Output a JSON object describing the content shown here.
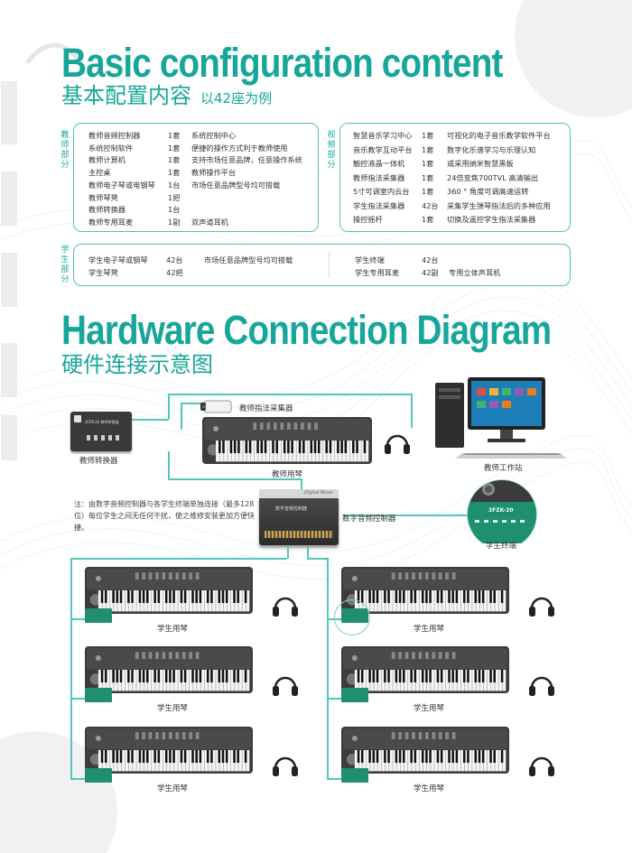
{
  "config": {
    "title_en": "Basic configuration content",
    "title_cn": "基本配置内容",
    "subtitle_cn": "以42座为例",
    "teacher_section": {
      "label": "教师部分",
      "items": [
        {
          "name": "教师音频控制器",
          "qty": "1套",
          "desc": "系统控制中心"
        },
        {
          "name": "系统控制软件",
          "qty": "1套",
          "desc": "便捷的操作方式利于教师使用"
        },
        {
          "name": "教师计算机",
          "qty": "1套",
          "desc": "支持市场任意品牌，任意操作系统"
        },
        {
          "name": "主控桌",
          "qty": "1套",
          "desc": "教师操作平台"
        },
        {
          "name": "教师电子琴或电钢琴",
          "qty": "1台",
          "desc": "市场任意品牌型号均可搭载"
        },
        {
          "name": "教师琴凳",
          "qty": "1把",
          "desc": ""
        },
        {
          "name": "教师转换器",
          "qty": "1台",
          "desc": ""
        },
        {
          "name": "教师专用耳麦",
          "qty": "1副",
          "desc": "双声道耳机"
        }
      ]
    },
    "video_section": {
      "label": "视频部分",
      "items": [
        {
          "name": "智慧音乐学习中心",
          "qty": "1套",
          "desc": "可视化的电子音乐教学软件平台"
        },
        {
          "name": "音乐教学互动平台",
          "qty": "1套",
          "desc": "数字化乐谱学习与乐理认知"
        },
        {
          "name": "触控液晶一体机",
          "qty": "1套",
          "desc": "或采用纳米智慧黑板"
        },
        {
          "name": "教师指法采集器",
          "qty": "1套",
          "desc": "24倍变焦700TVL 高清输出"
        },
        {
          "name": "5寸可调室内云台",
          "qty": "1套",
          "desc": "360 ° 角度可调高速运转"
        },
        {
          "name": "学生指法采集器",
          "qty": "42台",
          "desc": "采集学生弹琴指法后的多种应用"
        },
        {
          "name": "操控摇杆",
          "qty": "1套",
          "desc": "切换及遥控学生指法采集器"
        }
      ]
    },
    "student_section": {
      "label": "学生部分",
      "left": [
        {
          "name": "学生电子琴或钢琴",
          "qty": "42台",
          "desc": "市场任意品牌型号均可搭载"
        },
        {
          "name": "学生琴凳",
          "qty": "42把",
          "desc": ""
        }
      ],
      "right": [
        {
          "name": "学生终端",
          "qty": "42台",
          "desc": ""
        },
        {
          "name": "学生专用耳麦",
          "qty": "42副",
          "desc": "专用立体声耳机"
        }
      ]
    }
  },
  "diagram": {
    "title_en": "Hardware Connection Diagram",
    "title_cn": "硬件连接示意图",
    "labels": {
      "teacher_converter": "教师转换器",
      "finger_collector": "教师指法采集器",
      "teacher_piano": "教师用琴",
      "workstation": "教师工作站",
      "audio_controller": "数字音频控制器",
      "student_terminal": "学生终端",
      "student_piano": "学生用琴"
    },
    "device_text": {
      "converter_face": "3FZK-20 教师转换器",
      "controller_face": "数字音频控制器",
      "controller_brand": "Digital Music",
      "terminal_face": "3FZK-20"
    },
    "note": "注：由数字音频控制器与各学生终端单独连接（最多128位）每位学生之间无任何干扰，使之维修安装更加方便快捷。"
  },
  "colors": {
    "accent": "#17a79a",
    "line": "#55c6bb",
    "device_dark": "#3a3a3a",
    "terminal_green": "#1f8f6f"
  }
}
